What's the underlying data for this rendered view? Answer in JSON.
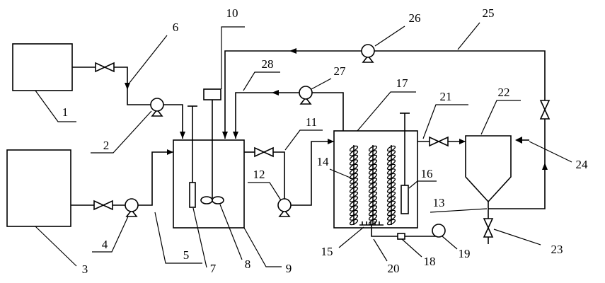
{
  "colors": {
    "stroke": "#000000",
    "background": "#ffffff"
  },
  "labels": {
    "1": "1",
    "2": "2",
    "3": "3",
    "4": "4",
    "5": "5",
    "6": "6",
    "7": "7",
    "8": "8",
    "9": "9",
    "10": "10",
    "11": "11",
    "12": "12",
    "13": "13",
    "14": "14",
    "15": "15",
    "16": "16",
    "17": "17",
    "18": "18",
    "19": "19",
    "20": "20",
    "21": "21",
    "22": "22",
    "23": "23",
    "24": "24",
    "25": "25",
    "26": "26",
    "27": "27",
    "28": "28"
  }
}
